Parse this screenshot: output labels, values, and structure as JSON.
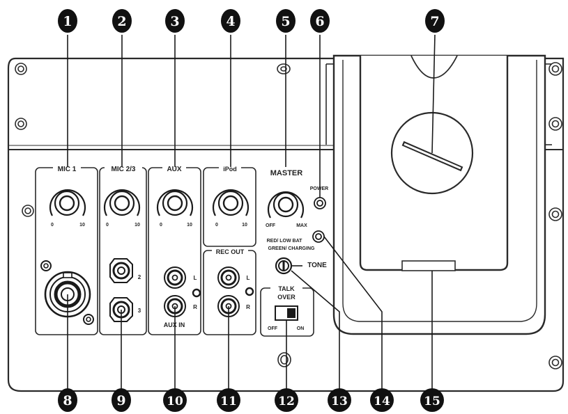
{
  "callouts": {
    "top": [
      "1",
      "2",
      "3",
      "4",
      "5",
      "6",
      "7"
    ],
    "bottom": [
      "8",
      "9",
      "10",
      "11",
      "12",
      "13",
      "14",
      "15"
    ]
  },
  "labels": {
    "mic1": "MIC 1",
    "mic23": "MIC 2/3",
    "aux": "AUX",
    "ipod": "iPod",
    "master": "MASTER",
    "power": "POWER",
    "rec_out": "REC OUT",
    "aux_in": "AUX IN",
    "talk": "TALK",
    "over": "OVER",
    "tone": "TONE",
    "led_line1": "RED/ LOW BAT",
    "led_line2": "GREEN/ CHARGING",
    "off": "OFF",
    "on": "ON",
    "jack2": "2",
    "jack3": "3",
    "L": "L",
    "R": "R"
  },
  "knob_scales": {
    "mic1": [
      "0",
      "10"
    ],
    "mic23": [
      "0",
      "10"
    ],
    "aux": [
      "0",
      "10"
    ],
    "ipod": [
      "0",
      "10"
    ],
    "master": [
      "OFF",
      "MAX"
    ]
  },
  "colors": {
    "line": "#1a1a1a",
    "callout_fill": "#111111",
    "panel_stroke": "#2a2a2a"
  }
}
